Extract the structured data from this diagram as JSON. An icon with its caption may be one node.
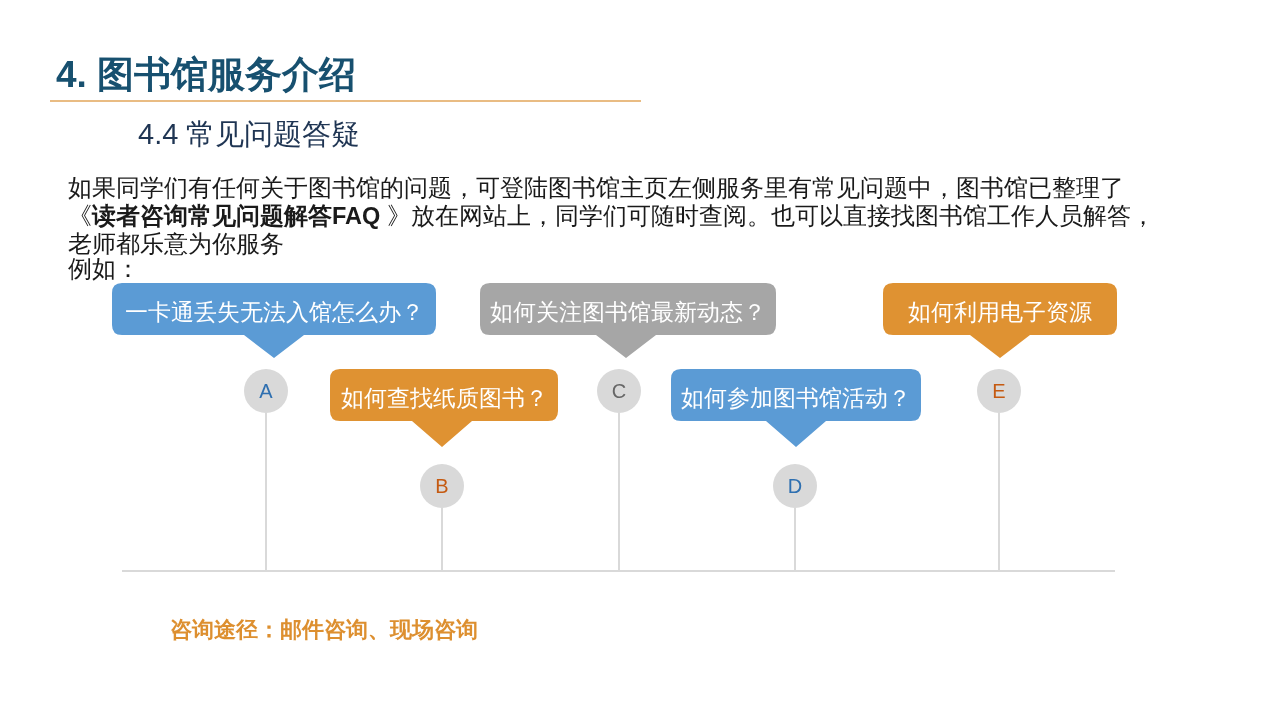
{
  "diagram": {
    "title": "4. 图书馆服务介绍",
    "nodes": [
      {
        "text": [
          "一卡通丢失无法入馆怎么办？"
        ]
      },
      {
        "text": [
          "A"
        ]
      },
      {
        "text": [
          "如何查找纸质图书？"
        ]
      },
      {
        "text": [
          "B"
        ]
      },
      {
        "text": [
          "如何关注图书馆最新动态？"
        ]
      },
      {
        "text": [
          "C"
        ]
      },
      {
        "text": [
          "如何参加图书馆活动？"
        ]
      },
      {
        "text": [
          "D"
        ]
      },
      {
        "text": [
          "如何利用电子资源"
        ]
      },
      {
        "text": [
          "E"
        ]
      },
      {
        "text": [],
        "shape": "bar"
      }
    ],
    "edges": [
      {
        "from": 1,
        "to": 10,
        "arrow": "none"
      },
      {
        "from": 3,
        "to": 10,
        "arrow": "none"
      },
      {
        "from": 5,
        "to": 10,
        "arrow": "none"
      },
      {
        "from": 7,
        "to": 10,
        "arrow": "none"
      },
      {
        "from": 9,
        "to": 10,
        "arrow": "none"
      }
    ],
    "labels": [
      "4.4 常见问题答疑",
      "如果同学们有任何关于图书馆的问题，可登陆图书馆主页左侧服务里有常见问题中，图书馆已整理了《**读者咨询常见问题解答FAQ** 》放在网站上，同学们可随时查阅。也可以直接找图书馆工作人员解答，老师都乐意为你服务",
      "例如：",
      "咨询途径：邮件咨询、现场咨询"
    ]
  }
}
